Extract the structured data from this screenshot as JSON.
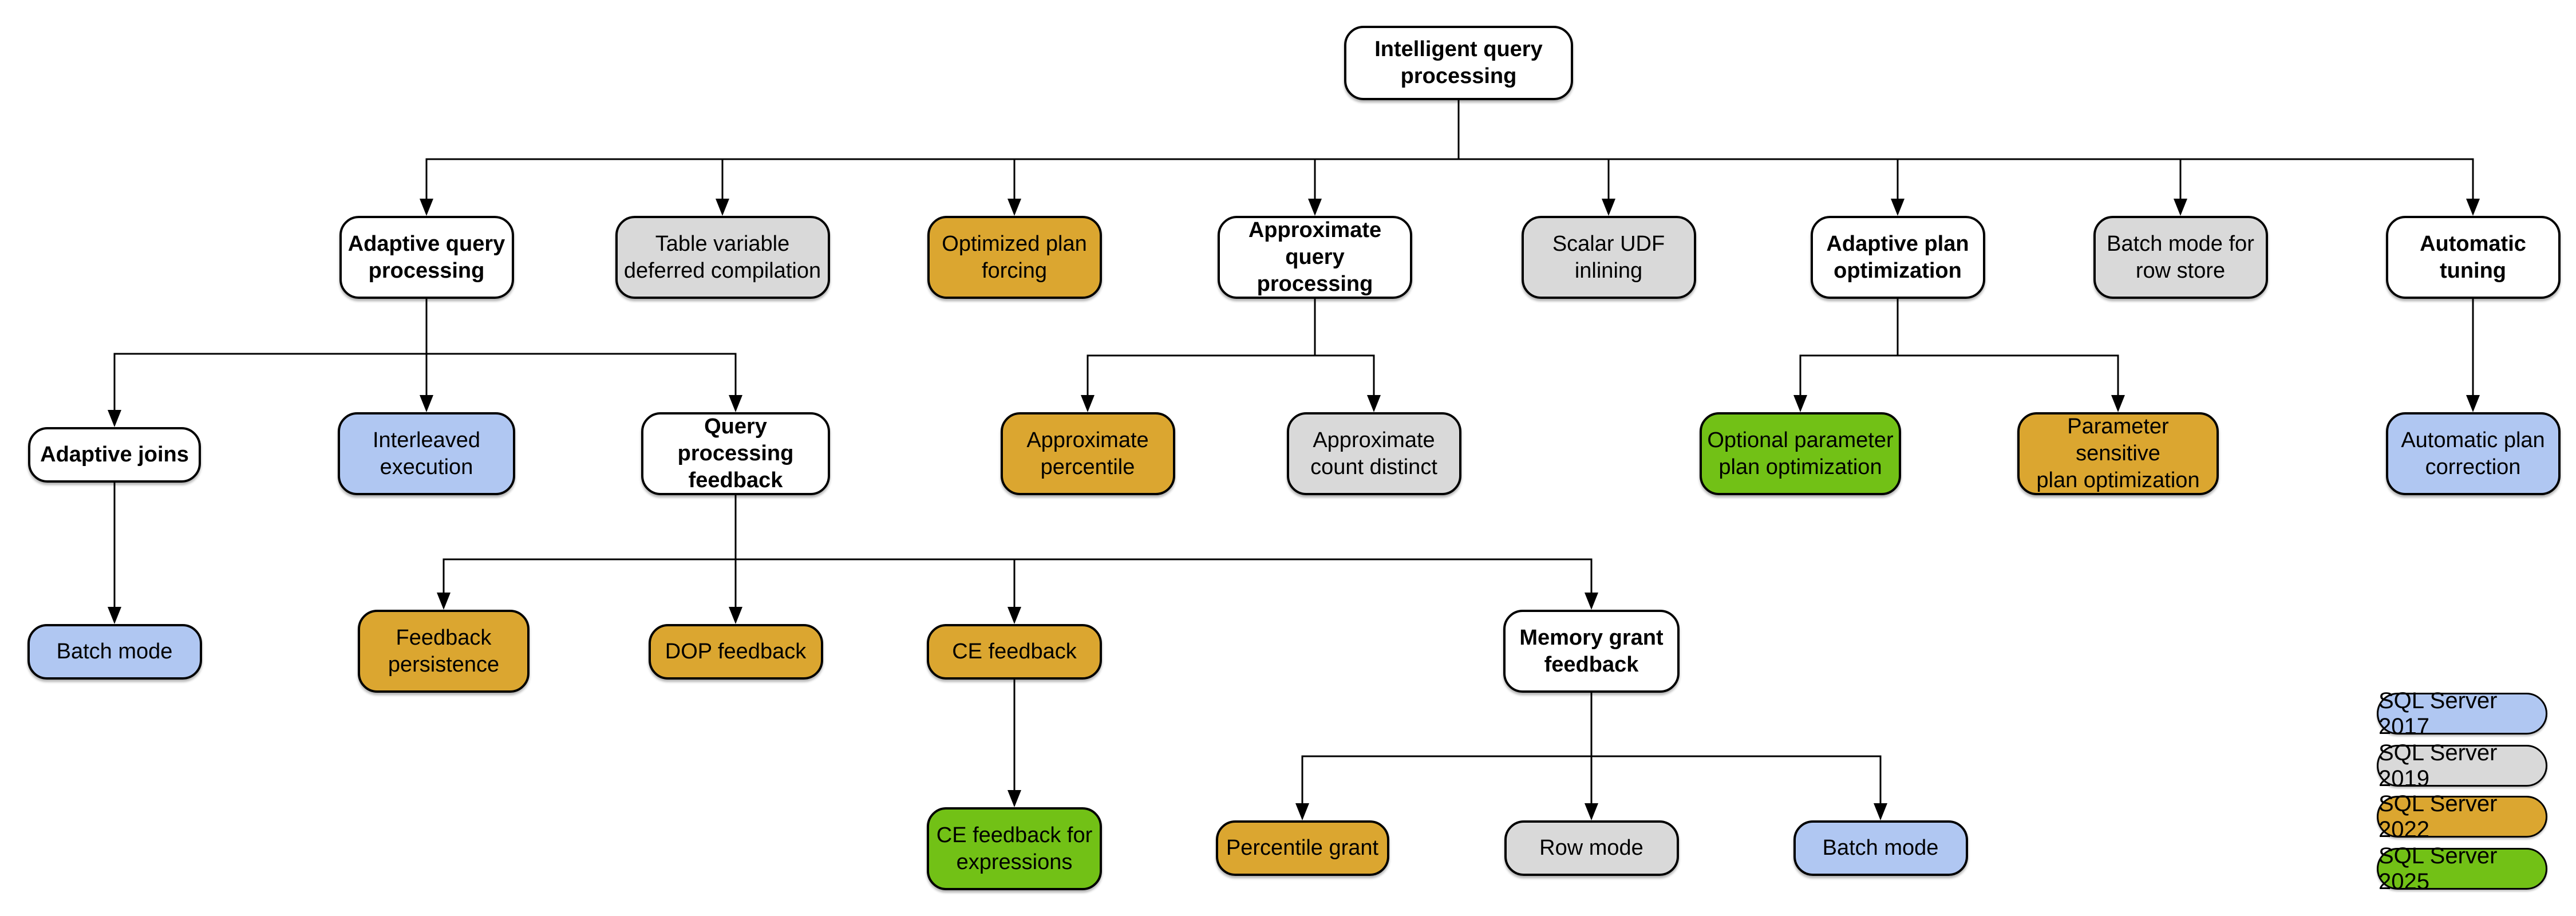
{
  "nodes": [
    {
      "id": "iqp",
      "label": "Intelligent query\nprocessing",
      "version": "category"
    },
    {
      "id": "aqp",
      "label": "Adaptive query\nprocessing",
      "version": "category"
    },
    {
      "id": "tvdc",
      "label": "Table variable\ndeferred compilation",
      "version": "2019"
    },
    {
      "id": "opf",
      "label": "Optimized plan\nforcing",
      "version": "2022"
    },
    {
      "id": "approx",
      "label": "Approximate\nquery processing",
      "version": "category"
    },
    {
      "id": "sudf",
      "label": "Scalar UDF\ninlining",
      "version": "2019"
    },
    {
      "id": "apo",
      "label": "Adaptive plan\noptimization",
      "version": "category"
    },
    {
      "id": "bmrs",
      "label": "Batch mode for\nrow store",
      "version": "2019"
    },
    {
      "id": "at",
      "label": "Automatic\ntuning",
      "version": "category"
    },
    {
      "id": "aj",
      "label": "Adaptive joins",
      "version": "category"
    },
    {
      "id": "ie",
      "label": "Interleaved\nexecution",
      "version": "2017"
    },
    {
      "id": "qpf",
      "label": "Query processing\nfeedback",
      "version": "category"
    },
    {
      "id": "ap",
      "label": "Approximate\npercentile",
      "version": "2022"
    },
    {
      "id": "acd",
      "label": "Approximate\ncount distinct",
      "version": "2019"
    },
    {
      "id": "oppo",
      "label": "Optional parameter\nplan optimization",
      "version": "2025"
    },
    {
      "id": "pspo",
      "label": "Parameter sensitive\nplan optimization",
      "version": "2022"
    },
    {
      "id": "apc",
      "label": "Automatic plan\ncorrection",
      "version": "2017"
    },
    {
      "id": "bm1",
      "label": "Batch mode",
      "version": "2017"
    },
    {
      "id": "fp",
      "label": "Feedback\npersistence",
      "version": "2022"
    },
    {
      "id": "dop",
      "label": "DOP feedback",
      "version": "2022"
    },
    {
      "id": "cef",
      "label": "CE feedback",
      "version": "2022"
    },
    {
      "id": "mgf",
      "label": "Memory grant\nfeedback",
      "version": "category"
    },
    {
      "id": "cefe",
      "label": "CE feedback for\nexpressions",
      "version": "2025"
    },
    {
      "id": "pg",
      "label": "Percentile grant",
      "version": "2022"
    },
    {
      "id": "rm",
      "label": "Row mode",
      "version": "2019"
    },
    {
      "id": "bm2",
      "label": "Batch mode",
      "version": "2017"
    }
  ],
  "edges": [
    {
      "from": "iqp",
      "to": [
        "aqp",
        "tvdc",
        "opf",
        "approx",
        "sudf",
        "apo",
        "bmrs",
        "at"
      ]
    },
    {
      "from": "aqp",
      "to": [
        "aj",
        "ie",
        "qpf"
      ]
    },
    {
      "from": "approx",
      "to": [
        "ap",
        "acd"
      ]
    },
    {
      "from": "apo",
      "to": [
        "oppo",
        "pspo"
      ]
    },
    {
      "from": "at",
      "to": [
        "apc"
      ]
    },
    {
      "from": "aj",
      "to": [
        "bm1"
      ]
    },
    {
      "from": "qpf",
      "to": [
        "fp",
        "dop",
        "cef",
        "mgf"
      ]
    },
    {
      "from": "cef",
      "to": [
        "cefe"
      ]
    },
    {
      "from": "mgf",
      "to": [
        "pg",
        "rm",
        "bm2"
      ]
    }
  ],
  "versions": {
    "category": {
      "color": "#ffffff"
    },
    "2017": {
      "label": "SQL Server 2017",
      "color": "#b0c7f2"
    },
    "2019": {
      "label": "SQL Server 2019",
      "color": "#d9d9d9"
    },
    "2022": {
      "label": "SQL Server 2022",
      "color": "#dba630"
    },
    "2025": {
      "label": "SQL Server 2025",
      "color": "#72c116"
    }
  },
  "legend": {
    "items": [
      {
        "version": "2017"
      },
      {
        "version": "2019"
      },
      {
        "version": "2022"
      },
      {
        "version": "2025"
      }
    ]
  },
  "line_color": "#000000"
}
